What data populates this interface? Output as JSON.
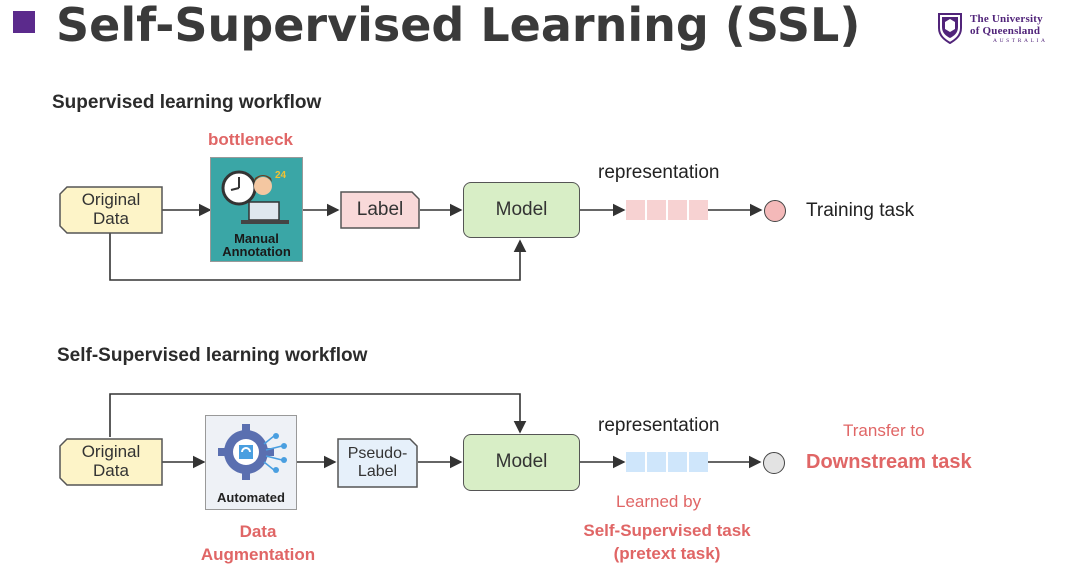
{
  "slide": {
    "title": "Self-Supervised Learning (SSL)"
  },
  "logo": {
    "line1": "The University",
    "line2": "of Queensland",
    "line3": "AUSTRALIA"
  },
  "supervised": {
    "heading": "Supervised learning workflow",
    "bottleneck": "bottleneck",
    "original_data": [
      "Original",
      "Data"
    ],
    "annotation_caption": [
      "Manual",
      "Annotation"
    ],
    "label": "Label",
    "model": "Model",
    "representation": "representation",
    "target": "Training task"
  },
  "ssl": {
    "heading": "Self-Supervised learning workflow",
    "original_data": [
      "Original",
      "Data"
    ],
    "automated_caption": "Automated",
    "augmentation": [
      "Data",
      "Augmentation"
    ],
    "pseudo_label": [
      "Pseudo-",
      "Label"
    ],
    "model": "Model",
    "representation": "representation",
    "learned_by": "Learned by",
    "pretext": [
      "Self-Supervised task",
      "(pretext task)"
    ],
    "transfer_to": "Transfer to",
    "downstream": "Downstream task"
  },
  "colors": {
    "accent_purple": "#5b2a8c",
    "highlight_red": "#e06666",
    "data_yellow": "#fdf4c8",
    "label_pink": "#f9d9d9",
    "pseudo_blue": "#e6f0fa",
    "model_green": "#d8eec6",
    "vector_pink": "#f7d2d2",
    "vector_blue": "#cfe6fb"
  },
  "icons": [
    "square-bullet-icon",
    "uq-crest-icon",
    "manual-annotation-icon",
    "automated-gear-icon",
    "output-node-icon"
  ]
}
